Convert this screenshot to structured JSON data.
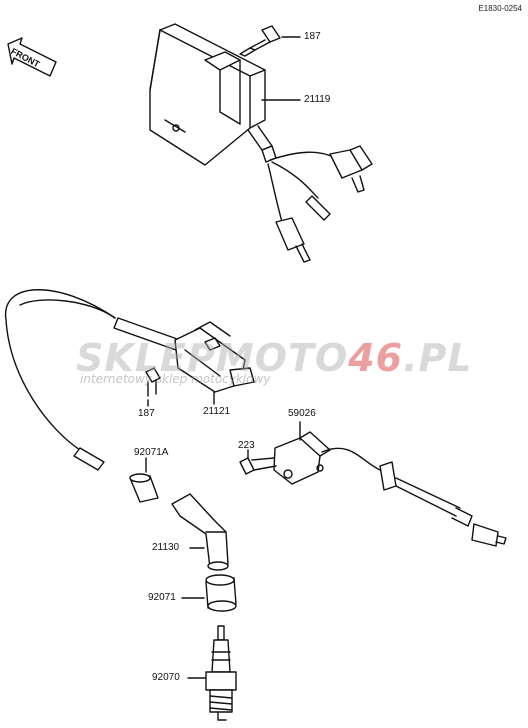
{
  "diagram": {
    "code": "E1830-0254",
    "front_label": "FRONT",
    "watermark": {
      "brand_part1": "SKLEPMOTO",
      "brand_part2": "46",
      "brand_part3": ".PL",
      "tagline": "internetowy sklep motocyklowy"
    },
    "part_labels": {
      "bolt_top": "187",
      "igniter": "21119",
      "coil": "21121",
      "bolt_coil": "187",
      "pickup": "59026",
      "screw": "223",
      "cap_small": "92071A",
      "plug_cap": "21130",
      "boot": "92071",
      "spark_plug": "92070"
    },
    "colors": {
      "ink": "#111111",
      "watermark_gray": "#aaaaaa",
      "watermark_red": "#d62828"
    }
  }
}
